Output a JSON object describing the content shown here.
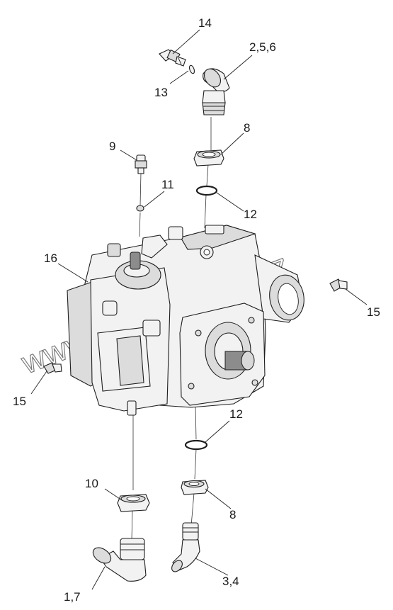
{
  "callouts": {
    "c14": "14",
    "c256": "2,5,6",
    "c13": "13",
    "c8_top": "8",
    "c9": "9",
    "c11": "11",
    "c12_top": "12",
    "c16": "16",
    "c15_right": "15",
    "c15_left": "15",
    "c12_bottom": "12",
    "c10": "10",
    "c8_bottom": "8",
    "c17": "1,7",
    "c34": "3,4"
  },
  "watermark": "www.sinhron-too.kz"
}
